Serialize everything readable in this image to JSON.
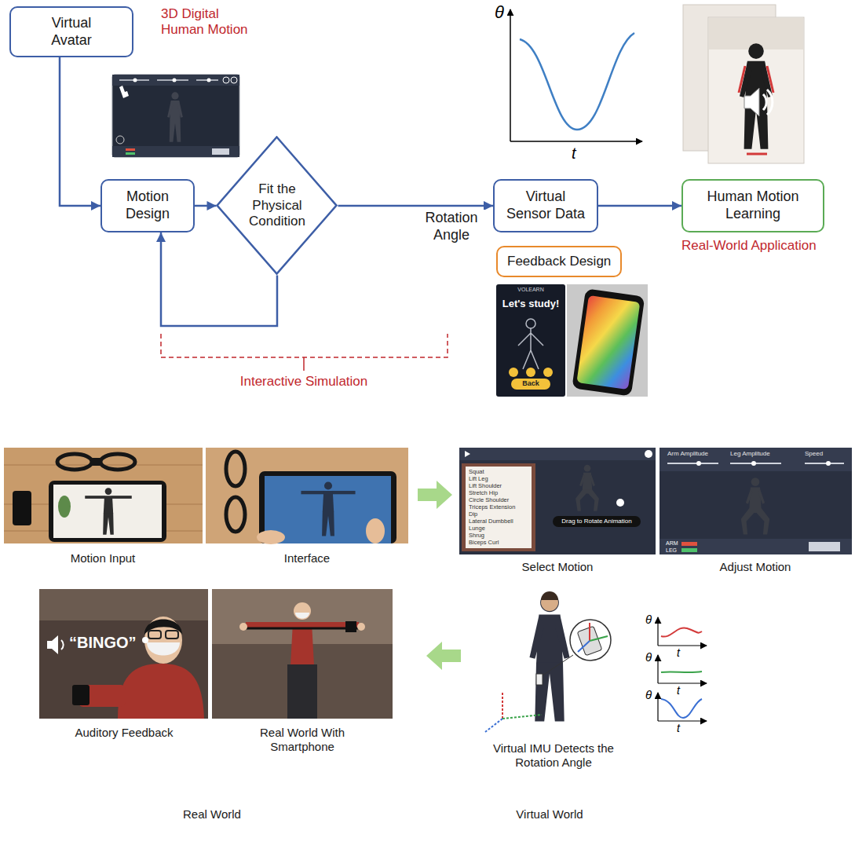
{
  "diagram": {
    "nodes": [
      {
        "text": [
          "Virtual Avatar"
        ]
      },
      {
        "text": [
          "Motion Design"
        ]
      },
      {
        "text": [
          "Fit the Physical Condition"
        ]
      },
      {
        "text": [
          "Virtual Sensor Data"
        ]
      },
      {
        "text": [
          "Human Motion Learning"
        ]
      },
      {
        "text": [
          "Feedback Design"
        ]
      }
    ],
    "edges": [
      {
        "from": 0,
        "to": 1,
        "arrow": "to"
      },
      {
        "from": 1,
        "to": 2,
        "arrow": "to"
      },
      {
        "from": 2,
        "to": 3,
        "label": "Rotation Angle",
        "arrow": "to"
      },
      {
        "from": 2,
        "to": 1,
        "arrow": "to"
      },
      {
        "from": 3,
        "to": 4,
        "arrow": "to"
      }
    ],
    "labels": [
      "3D Digital Human Motion",
      "θ",
      "t",
      "Real-World Application",
      "VOLEARN",
      "Let's study!",
      "Back",
      "Interactive Simulation",
      "Motion Input",
      "Interface",
      "Drag to Rotate Animation",
      "Squat",
      "Lift Leg",
      "Lift Shoulder",
      "Stretch Hip",
      "Circle Shoulder",
      "Triceps Extension",
      "Dip",
      "Lateral Dumbbell",
      "Lunge",
      "Shrug",
      "Biceps Curl",
      "Arm Amplitude",
      "Leg Amplitude",
      "Speed",
      "ARM",
      "LEG",
      "Select Motion",
      "Adjust Motion",
      "“BINGO”",
      "Auditory Feedback",
      "Real World With Smartphone",
      "θ",
      "t",
      "θ",
      "t",
      "θ",
      "t",
      "Virtual IMU Detects the Rotation Angle",
      "Real World",
      "Virtual World"
    ]
  }
}
